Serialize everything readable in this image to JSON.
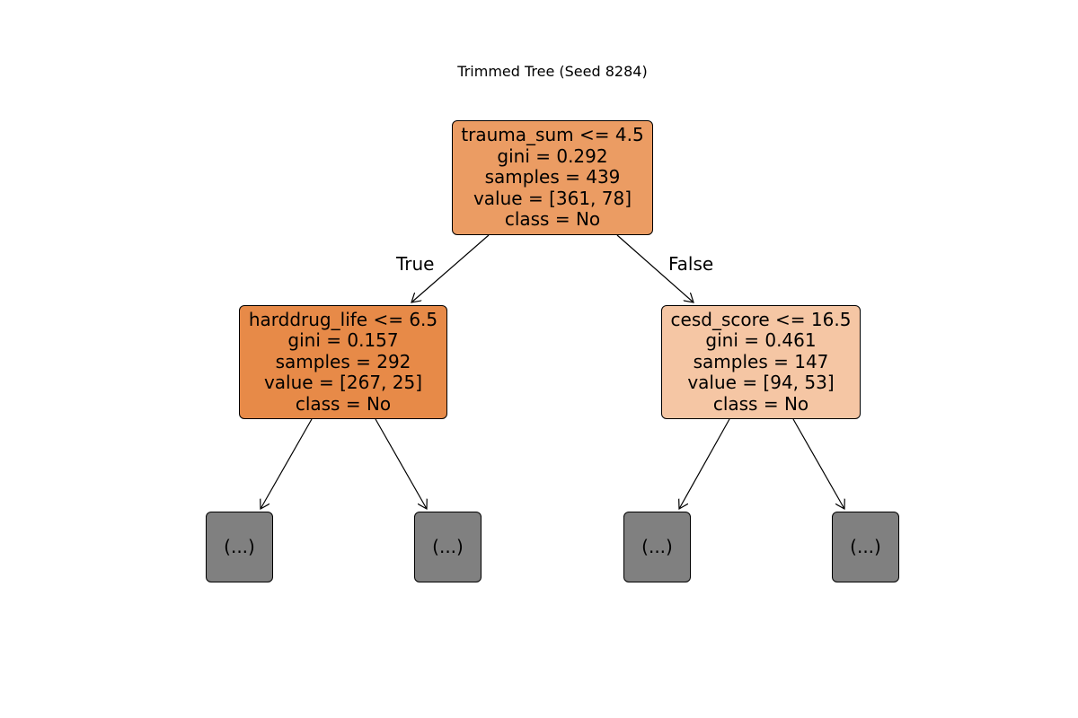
{
  "title": "Trimmed Tree (Seed 8284)",
  "colors": {
    "root": "#eb9c63",
    "left": "#e78a48",
    "right": "#f5c6a4",
    "truncated": "#808080"
  },
  "root": {
    "condition": "trauma_sum <= 4.5",
    "gini": "gini = 0.292",
    "samples": "samples = 439",
    "value": "value = [361, 78]",
    "class": "class = No"
  },
  "left": {
    "condition": "harddrug_life <= 6.5",
    "gini": "gini = 0.157",
    "samples": "samples = 292",
    "value": "value = [267, 25]",
    "class": "class = No"
  },
  "right": {
    "condition": "cesd_score <= 16.5",
    "gini": "gini = 0.461",
    "samples": "samples = 147",
    "value": "value = [94, 53]",
    "class": "class = No"
  },
  "edge_labels": {
    "true": "True",
    "false": "False"
  },
  "leaves": [
    "(...)",
    "(...)",
    "(...)",
    "(...)"
  ]
}
